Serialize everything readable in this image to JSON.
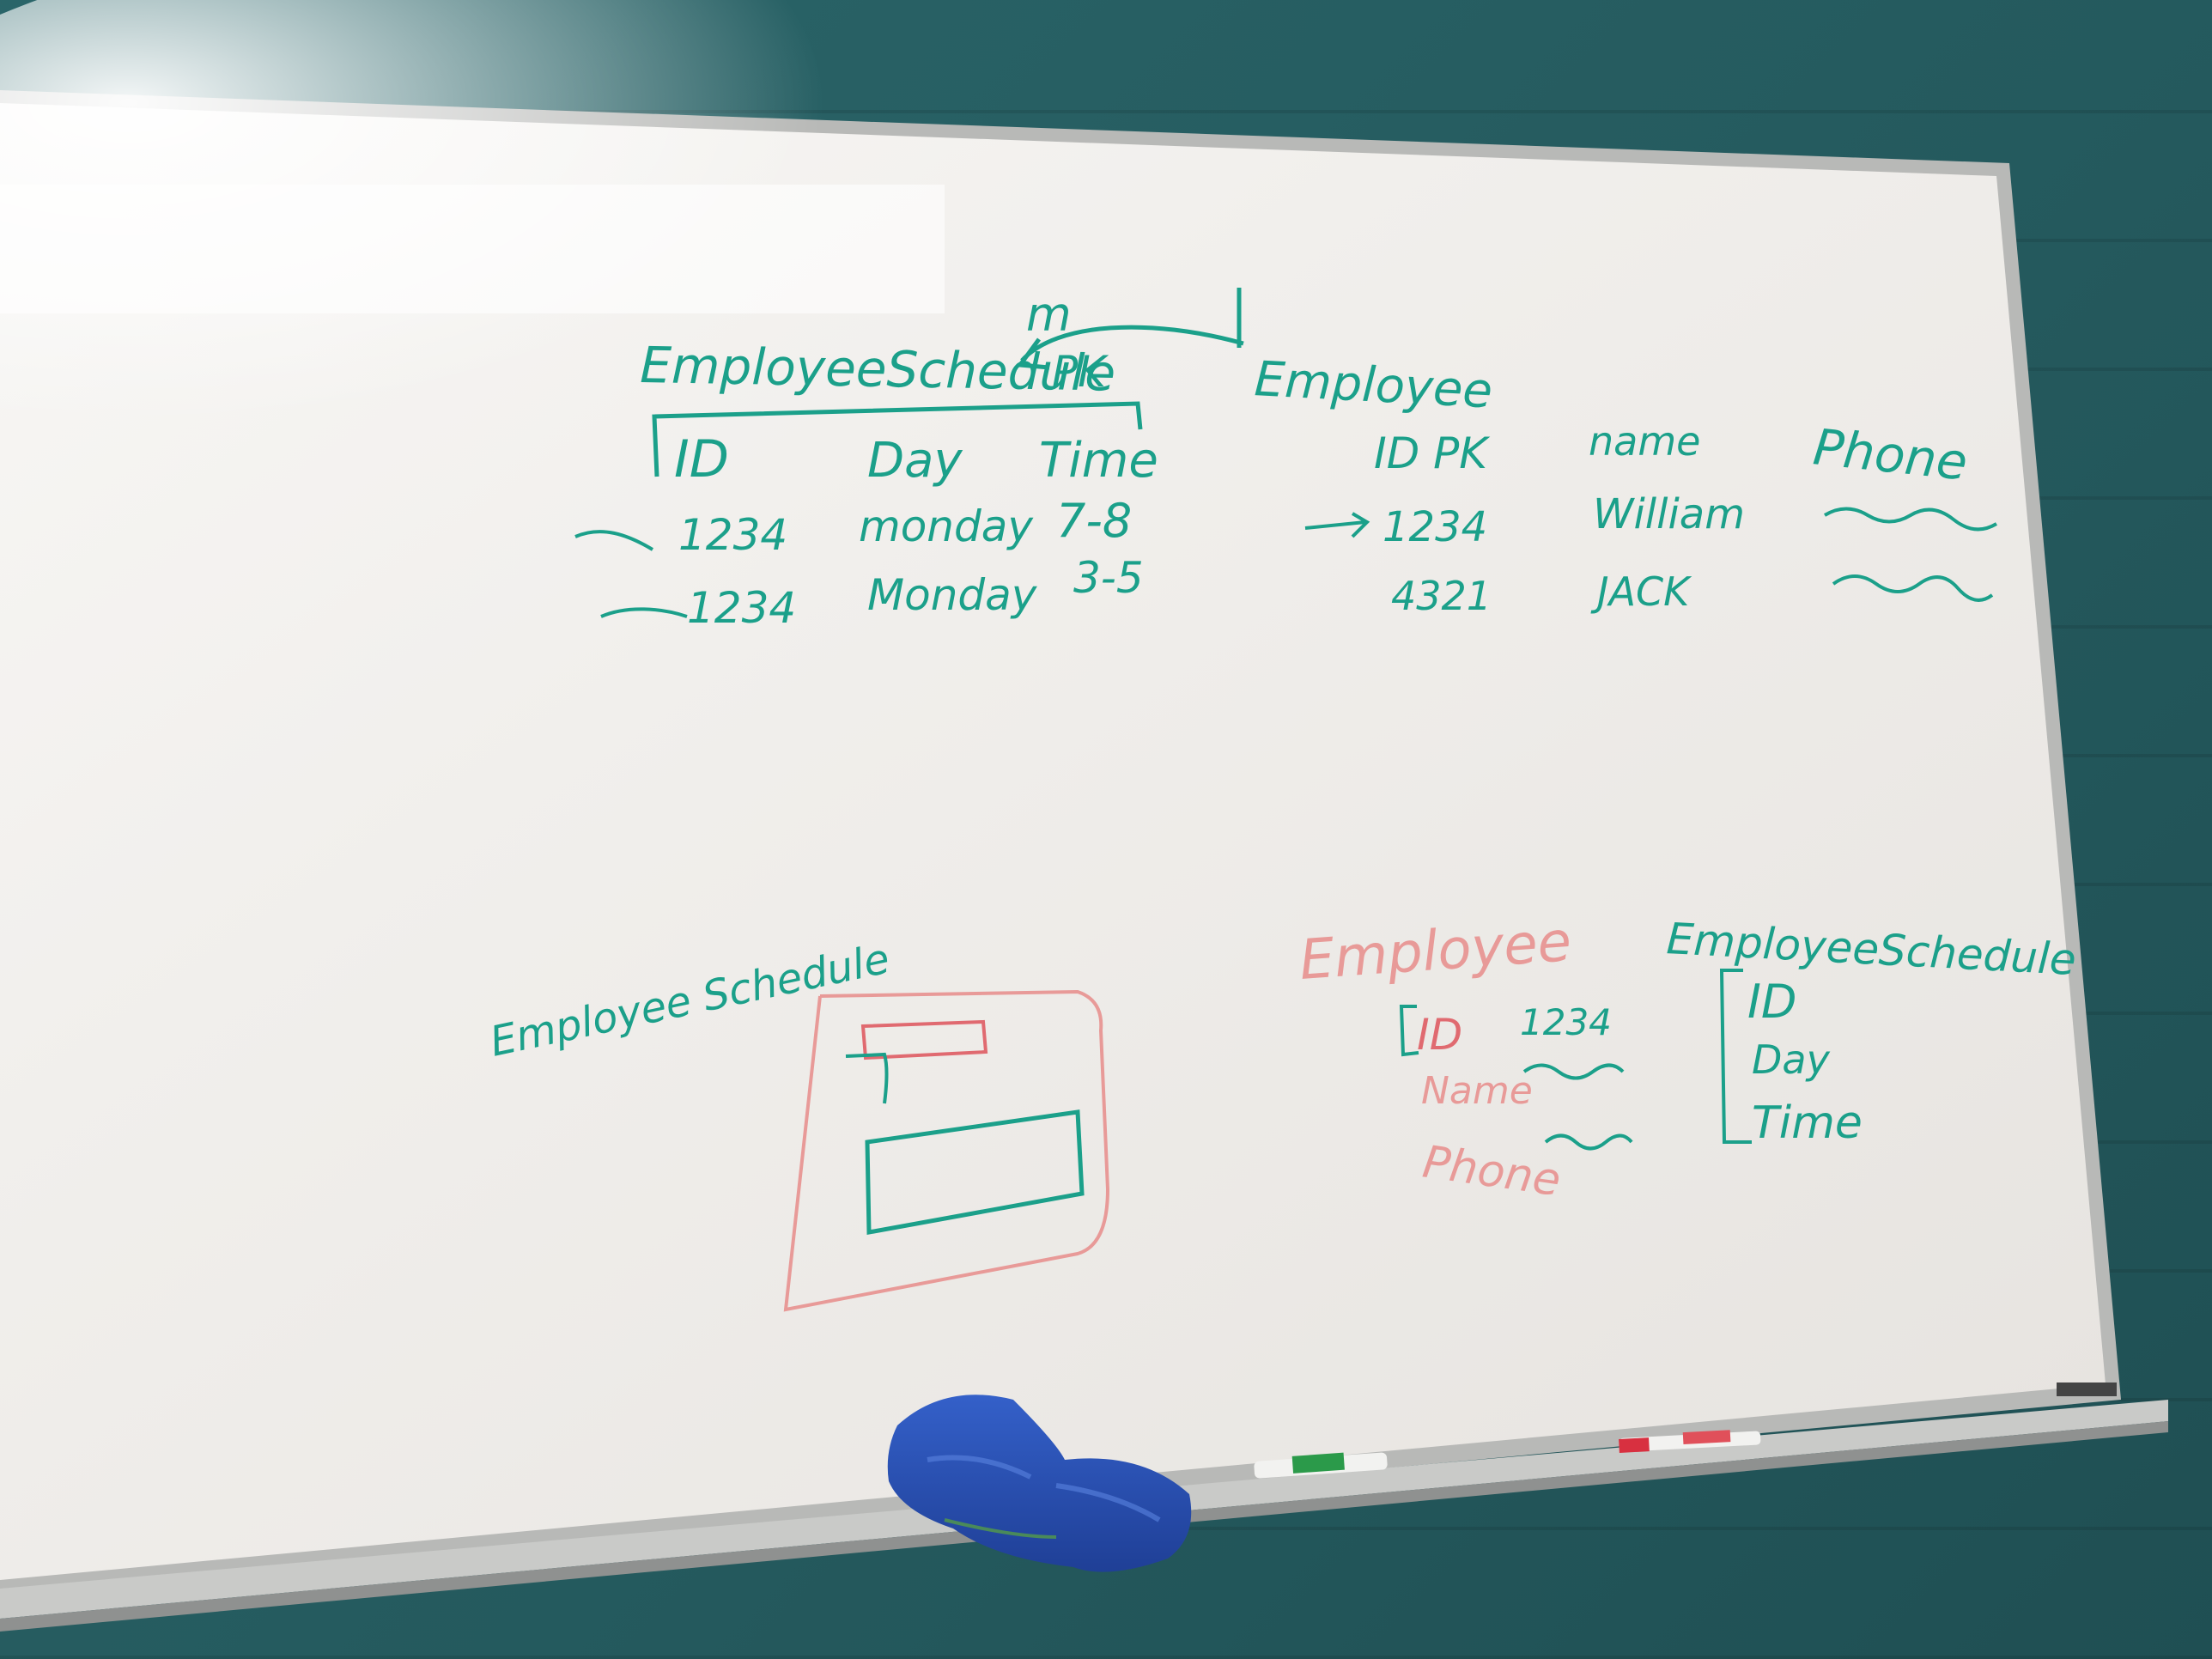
{
  "board": {
    "top_left": {
      "table_title": "EmployeeSchedule",
      "relation_m": "m",
      "relation_one": "1",
      "pk_label": "PK",
      "columns": [
        "ID",
        "Day",
        "Time"
      ],
      "rows": [
        [
          "1234",
          "monday",
          "7-8"
        ],
        [
          "1234",
          "Monday",
          "3-5"
        ]
      ]
    },
    "top_right": {
      "table_title": "Employee",
      "columns": [
        "ID PK",
        "name",
        "Phone"
      ],
      "rows": [
        [
          "1234",
          "William"
        ],
        [
          "4321",
          "JACK"
        ]
      ]
    },
    "bottom_left": {
      "label": "Employee Schedule"
    },
    "bottom_mid": {
      "title": "Employee",
      "fields": [
        "ID",
        "Name",
        "Phone"
      ],
      "id_value": "1234"
    },
    "bottom_right": {
      "title": "EmployeeSchedule",
      "fields": [
        "ID",
        "Day",
        "Time"
      ]
    }
  },
  "colors": {
    "ink_green": "#1ba08a",
    "ink_red": "#e89a98",
    "wall": "#2b5f63",
    "board": "#f1efec"
  },
  "objects": [
    "blue-cloth-eraser",
    "green-marker",
    "red-marker"
  ]
}
